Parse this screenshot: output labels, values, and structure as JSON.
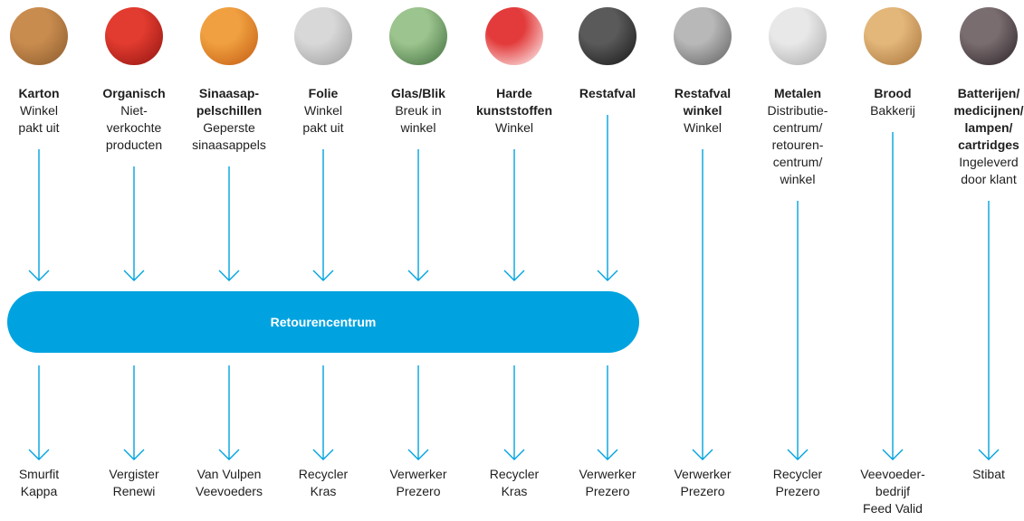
{
  "colors": {
    "accent": "#00a3e0",
    "text": "#1e1e1e"
  },
  "hub": {
    "label": "Retourencentrum"
  },
  "streams": [
    {
      "title": "Karton",
      "desc": [
        "Winkel",
        "pakt uit"
      ],
      "dest": [
        "Smurfit",
        "Kappa"
      ],
      "via_hub": true,
      "photo": "cardboard-photo-icon"
    },
    {
      "title": "Organisch",
      "desc": [
        "Niet-",
        "verkochte",
        "producten"
      ],
      "dest": [
        "Vergister",
        "Renewi"
      ],
      "via_hub": true,
      "photo": "tomatoes-photo-icon"
    },
    {
      "title": "Sinaasap-\npelschillen",
      "desc": [
        "Geperste",
        "sinaasappels"
      ],
      "dest": [
        "Van Vulpen",
        "Veevoeders"
      ],
      "via_hub": true,
      "photo": "orange-peel-photo-icon"
    },
    {
      "title": "Folie",
      "desc": [
        "Winkel",
        "pakt uit"
      ],
      "dest": [
        "Recycler",
        "Kras"
      ],
      "via_hub": true,
      "photo": "foil-photo-icon"
    },
    {
      "title": "Glas/Blik",
      "desc": [
        "Breuk in",
        "winkel"
      ],
      "dest": [
        "Verwerker",
        "Prezero"
      ],
      "via_hub": true,
      "photo": "glass-can-photo-icon"
    },
    {
      "title": "Harde\nkunststoffen",
      "desc": [
        "Winkel"
      ],
      "dest": [
        "Recycler",
        "Kras"
      ],
      "via_hub": true,
      "photo": "hard-plastic-photo-icon"
    },
    {
      "title": "Restafval",
      "desc": [],
      "dest": [
        "Verwerker",
        "Prezero"
      ],
      "via_hub": true,
      "photo": "waste-bag-photo-icon"
    },
    {
      "title": "Restafval\nwinkel",
      "desc": [
        "Winkel"
      ],
      "dest": [
        "Verwerker",
        "Prezero"
      ],
      "via_hub": false,
      "photo": "store-waste-photo-icon"
    },
    {
      "title": "Metalen",
      "desc": [
        "Distributie-",
        "centrum/",
        "retouren-",
        "centrum/",
        "winkel"
      ],
      "dest": [
        "Recycler",
        "Prezero"
      ],
      "via_hub": false,
      "photo": "metal-photo-icon"
    },
    {
      "title": "Brood",
      "desc": [
        "Bakkerij"
      ],
      "dest": [
        "Veevoeder-",
        "bedrijf",
        "Feed Valid"
      ],
      "via_hub": false,
      "photo": "bread-photo-icon"
    },
    {
      "title": "Batterijen/\nmedicijnen/\nlampen/\ncartridges",
      "desc": [
        "Ingeleverd",
        "door klant"
      ],
      "dest": [
        "Stibat"
      ],
      "via_hub": false,
      "photo": "batteries-photo-icon"
    }
  ]
}
